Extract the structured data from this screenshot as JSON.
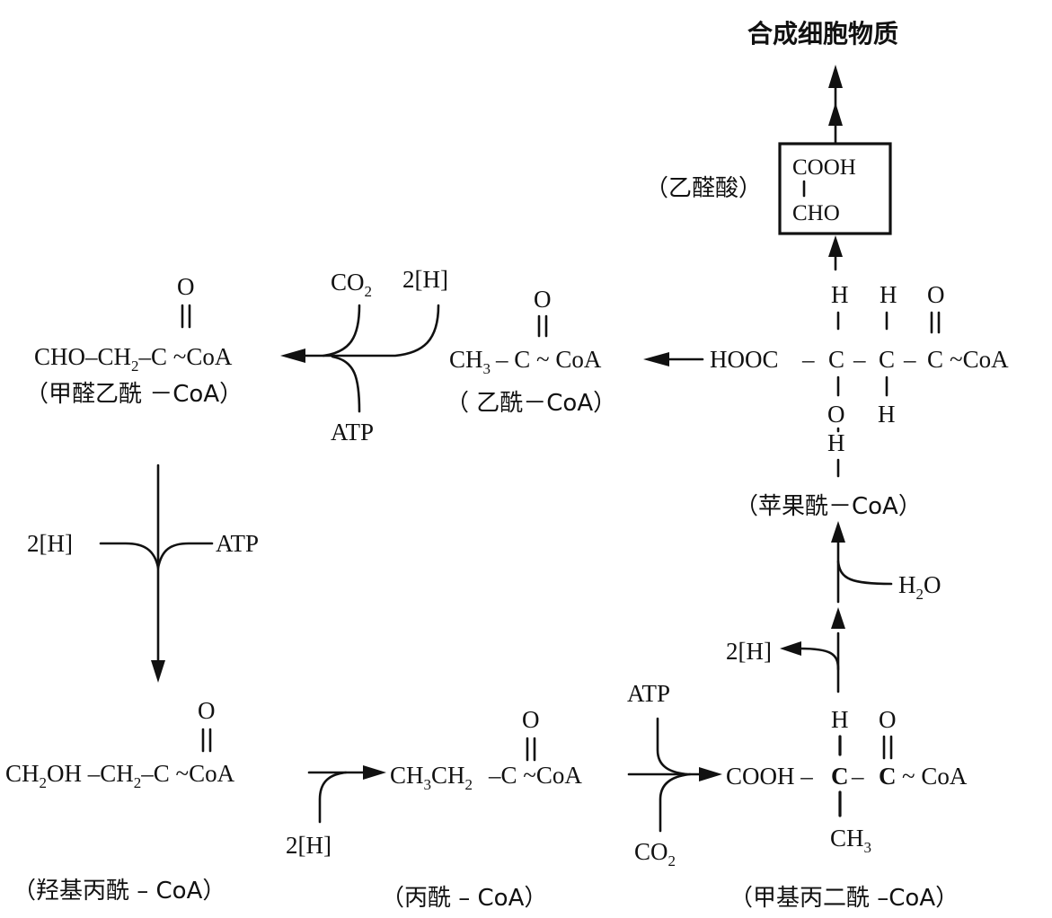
{
  "title": "合成细胞物质",
  "glyoxylate": {
    "label": "（乙醛酸）",
    "line1": "COOH",
    "line2": "CHO"
  },
  "malyl": {
    "label": "（苹果酰－CoA）",
    "hooc": "HOOC",
    "c": "C",
    "coa": "~CoA",
    "h": "H",
    "o": "O",
    "dash": "–"
  },
  "acetyl": {
    "label": "（ 乙酰－CoA）",
    "ch3": "CH",
    "sub3": "3",
    "rest": "– C ~ CoA",
    "o": "O"
  },
  "formylacetyl": {
    "label": "（甲醛乙酰 －CoA）",
    "formula": "CHO–CH",
    "sub2": "2",
    "rest": "–C ~CoA",
    "o": "O"
  },
  "hydroxypropionyl": {
    "label": "（羟基丙酰 – CoA）",
    "ch2": "CH",
    "sub2": "2",
    "oh": "OH –CH",
    "sub2b": "2",
    "rest": "–C ~CoA",
    "o": "O"
  },
  "propionyl": {
    "label": "（丙酰 – CoA）",
    "formula": "CH",
    "sub3": "3",
    "ch2": "CH",
    "sub2": "2",
    "rest": "–C ~CoA",
    "o": "O"
  },
  "methylmalonyl": {
    "label": "（甲基丙二酰 –CoA）",
    "cooh": "COOH –",
    "c1": "C",
    "c2": "C",
    "coa": "~ CoA",
    "h": "H",
    "o": "O",
    "ch3": "CH",
    "sub3": "3",
    "dash": "–"
  },
  "cofactors": {
    "co2": "CO",
    "sub2": "2",
    "h2": "2[H]",
    "atp": "ATP",
    "h2o_h": "H",
    "h2o_sub": "2",
    "h2o_o": "O"
  }
}
